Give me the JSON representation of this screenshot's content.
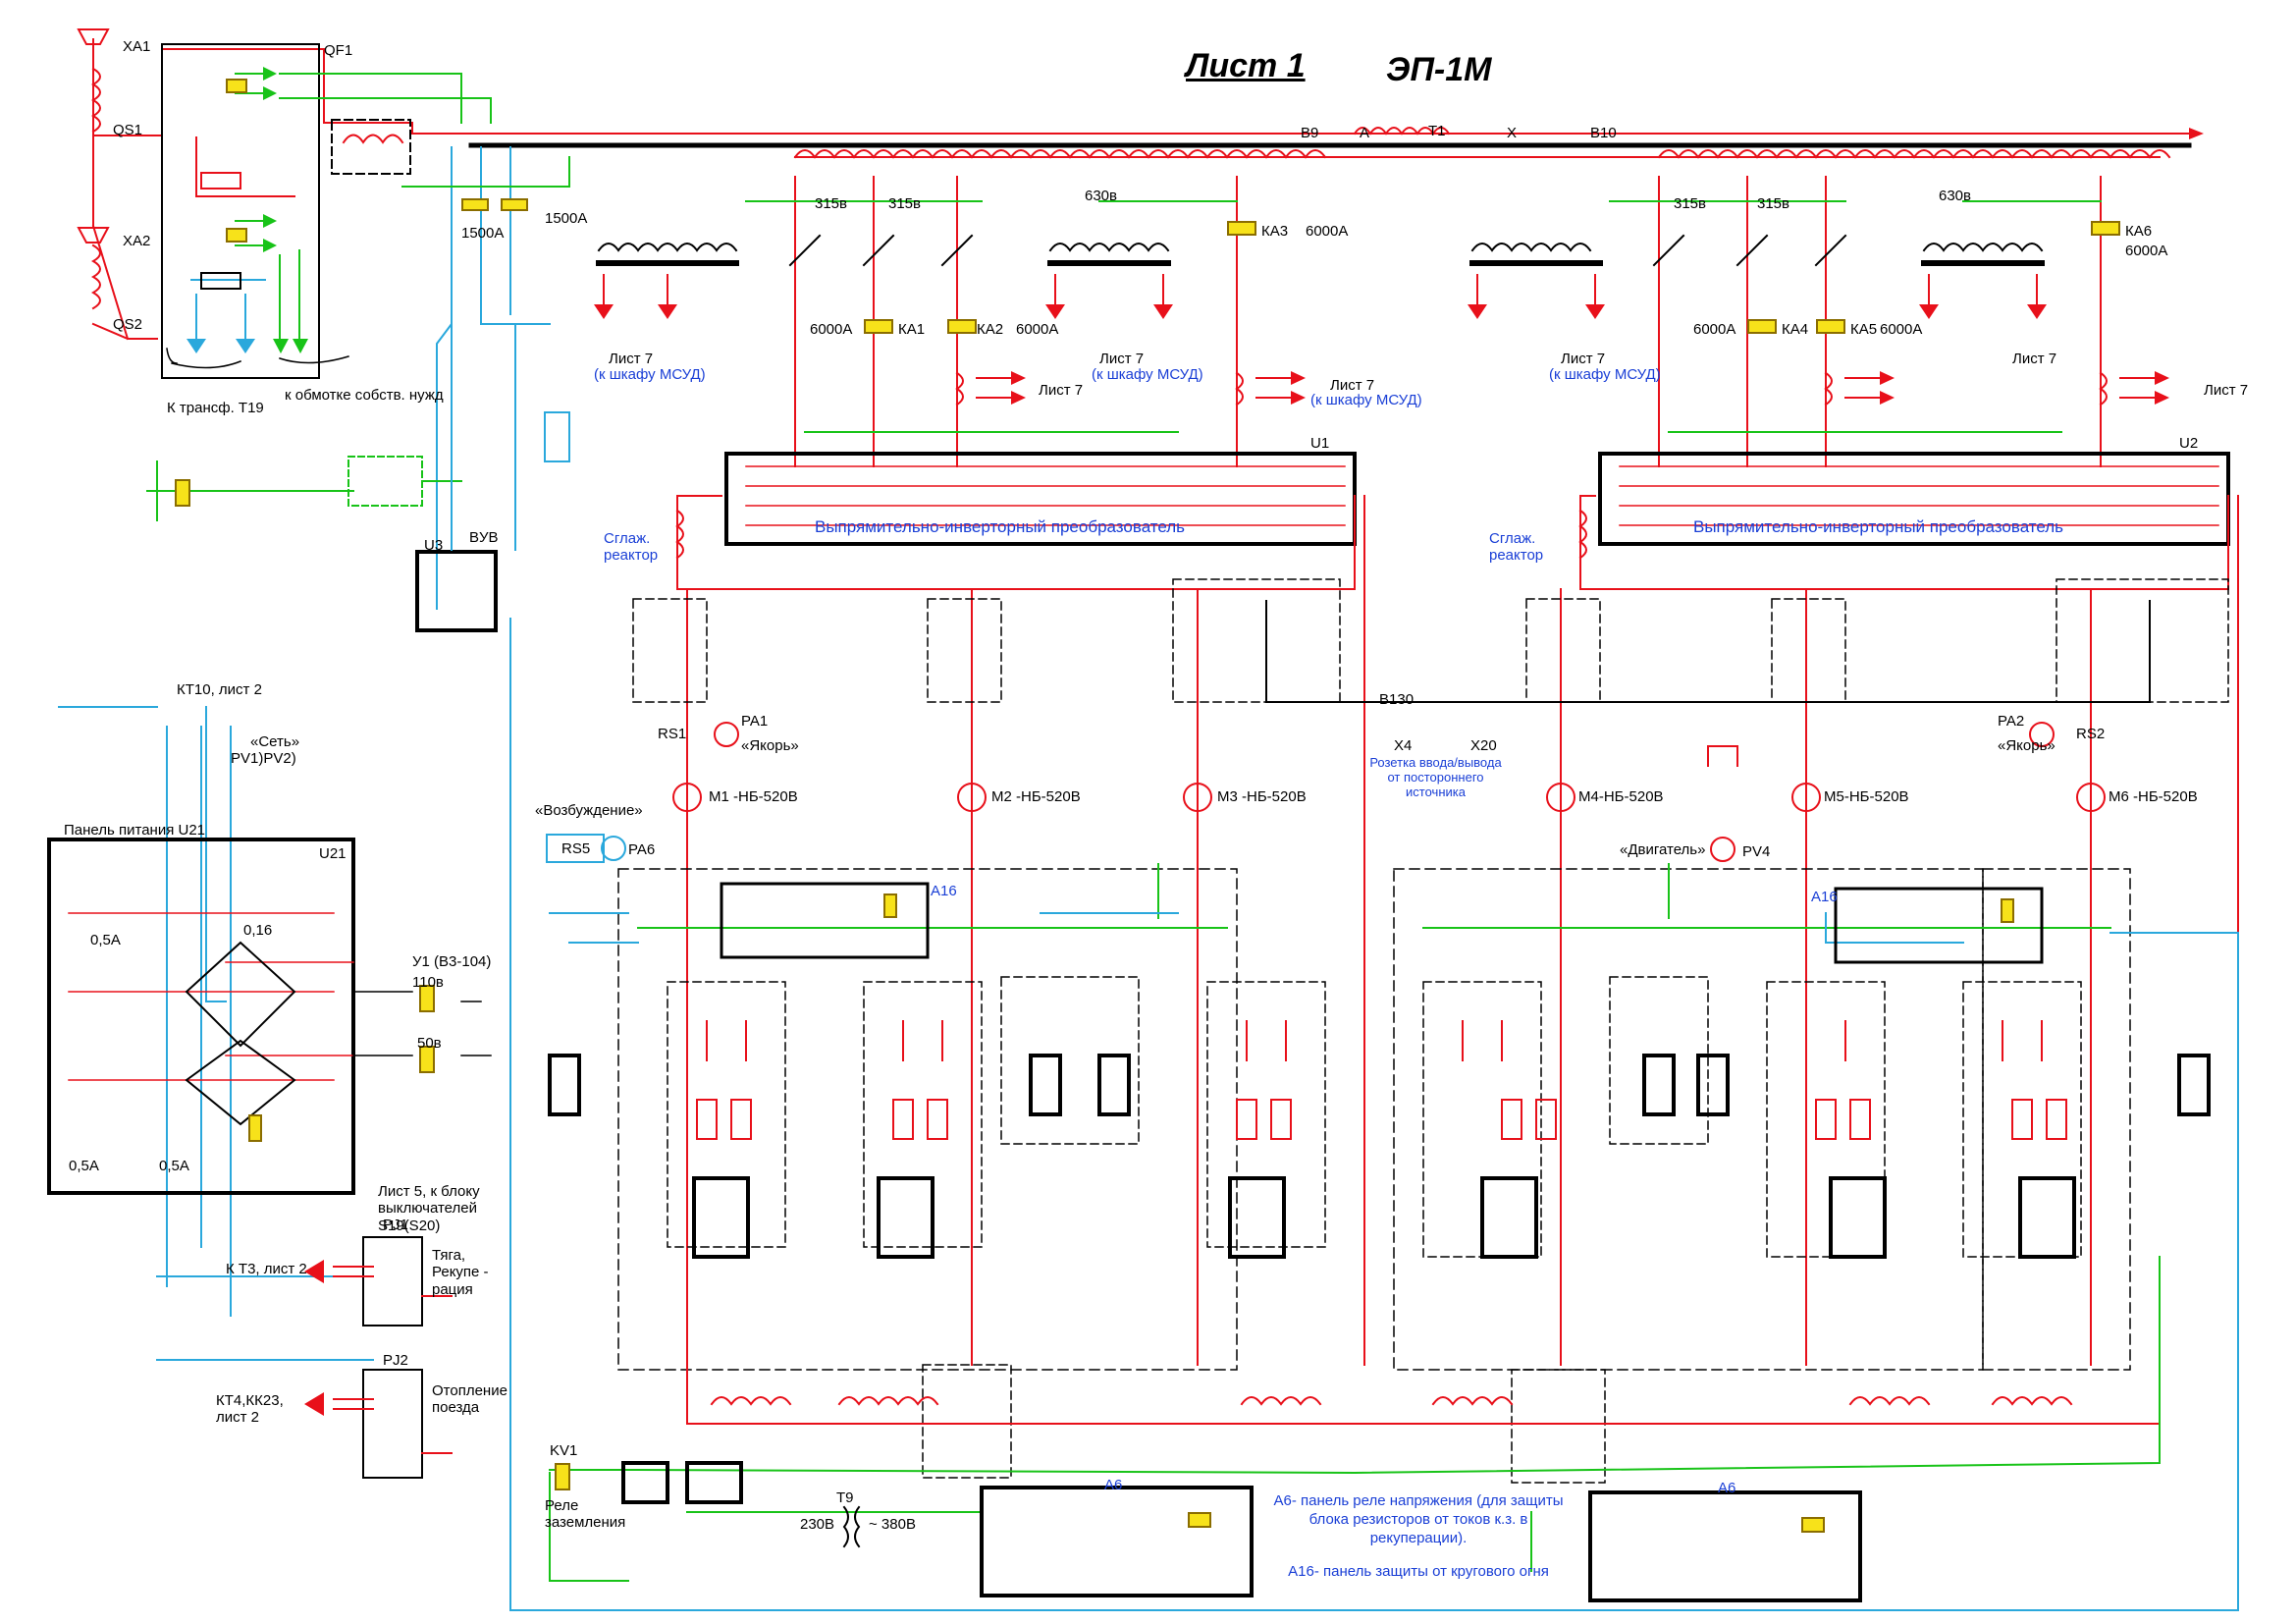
{
  "header": {
    "sheet": "Лист 1",
    "model": "ЭП-1М"
  },
  "converters": {
    "u1_caption": "Выпрямительно-инверторный преобразователь",
    "u1_label": "U1",
    "u2_caption": "Выпрямительно-инверторный преобразователь",
    "u2_label": "U2"
  },
  "reactors": {
    "left": "Сглаж. реактор",
    "right": "Сглаж. реактор"
  },
  "motors": [
    {
      "label": "М1 -НБ-520В"
    },
    {
      "label": "М2 -НБ-520В"
    },
    {
      "label": "М3 -НБ-520В"
    },
    {
      "label": "М4-НБ-520В"
    },
    {
      "label": "М5-НБ-520В"
    },
    {
      "label": "М6 -НБ-520В"
    }
  ],
  "transformer": {
    "t1": "Т1",
    "b9": "В9",
    "b10": "В10",
    "a": "А",
    "x": "Х",
    "windings_left": [
      "315в",
      "315в",
      "630в"
    ],
    "windings_right": [
      "315в",
      "315в",
      "630в"
    ],
    "relays": [
      "КА1",
      "КА2",
      "КА3",
      "КА4",
      "КА5",
      "КА6"
    ],
    "currents": [
      "6000А",
      "6000А",
      "6000А",
      "6000А",
      "6000А",
      "6000А"
    ]
  },
  "power_panel": {
    "title": "Панель питания U21",
    "u21": "U21",
    "kt10": "КТ10, лист 2",
    "set": "«Сеть»",
    "pv": "PV1)PV2)",
    "sheet5": "Лист 5, к блоку выключателей S19(S20)",
    "u1_block": "У1 (В3-104)",
    "v110": "110в",
    "v50": "50в",
    "f4": "0,5А",
    "f3": "0,16",
    "f1": "0,5А",
    "f2": "0,5А"
  },
  "connectors": {
    "pj1": "PJ1",
    "pj1_desc": "Тяга, Рекупе - рация",
    "kt3": "К Т3, лист 2",
    "pj2": "PJ2",
    "pj2_desc": "Отопление поезда",
    "kt4": "КТ4,КК23, лист 2"
  },
  "top_left": {
    "xa1": "ХА1",
    "xa2": "ХА2",
    "qs1": "QS1",
    "qs2": "QS2",
    "qf1": "QF1",
    "ktransf": "К трансф. Т19",
    "sobstv": "к обмотке собств. нужд",
    "a1500": "1500А",
    "a1500b": "1500А"
  },
  "excitation": {
    "label": "«Возбуждение»",
    "rs5": "RS5",
    "pa6": "PA6",
    "bvb": "BУВ",
    "u3": "U3"
  },
  "ground": {
    "relay": "Реле заземления",
    "kv1": "KV1",
    "v230": "230В",
    "v380": "~ 380В",
    "t9": "Т9"
  },
  "notes": {
    "a6_left": "А6",
    "a6_right": "А6",
    "a16_left": "А16",
    "a16_right": "А16",
    "note_a6": "А6- панель реле напряжения (для защиты блока резисторов от токов к.з. в рекуперации).",
    "note_a16": "А16- панель защиты от кругового огня"
  },
  "socket": {
    "label": "Розетка ввода/вывода от постороннего источника",
    "x4": "Х4",
    "x20": "Х20",
    "b130": "В130"
  },
  "instruments": {
    "pa1": "PA1",
    "anchor1": "«Якорь»",
    "rs1": "RS1",
    "pa2": "PA2",
    "anchor2": "«Якорь»",
    "rs2": "RS2",
    "pv4": "PV4",
    "engine": "«Двигатель»"
  },
  "sheet_refs": {
    "l7a": "Лист 7",
    "l7a_sub": "(к шкафу МСУД)",
    "l7b": "Лист 7",
    "l7b_sub": "(к шкафу МСУД)",
    "l7c": "Лист 7",
    "l7d": "Лист 7",
    "l7d_sub": "(к шкафу МСУД)",
    "l7e": "Лист 7",
    "l7e_sub": "(к шкафу МСУД)",
    "l7f": "Лист 7",
    "l7g": "Лист 7"
  },
  "colors": {
    "red": "#e8101a",
    "green": "#18c318",
    "cyan": "#2aa8dc",
    "yellow": "#f7e21a",
    "black": "#000000",
    "blue_text": "#1a3fd6"
  }
}
